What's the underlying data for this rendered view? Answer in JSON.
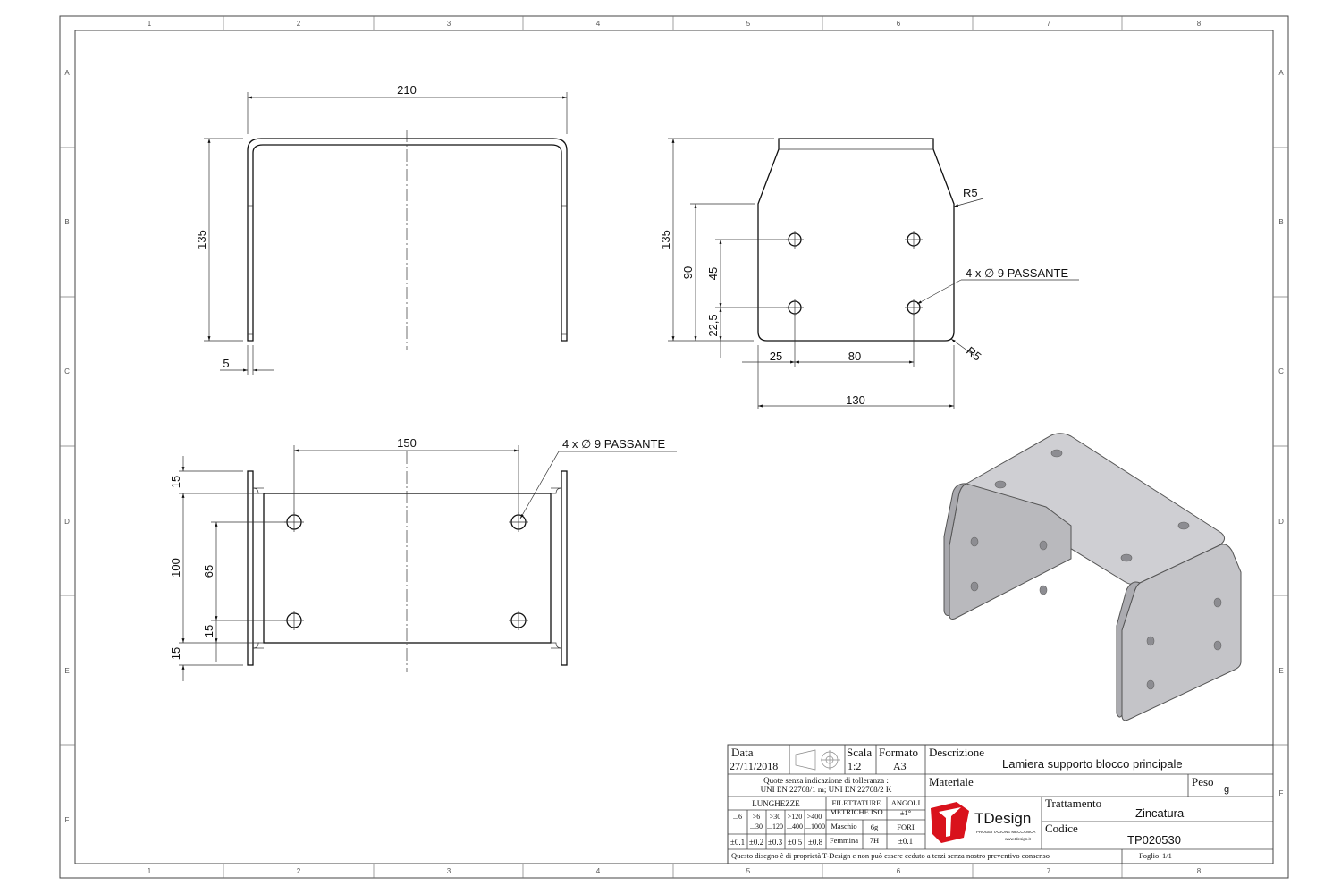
{
  "zones": {
    "columns": [
      "1",
      "2",
      "3",
      "4",
      "5",
      "6",
      "7",
      "8"
    ],
    "rows": [
      "A",
      "B",
      "C",
      "D",
      "E",
      "F"
    ]
  },
  "dimensions": {
    "front": {
      "width": "210",
      "height": "135",
      "thickness": "5"
    },
    "side": {
      "height_total": "135",
      "height_chamfer": "90",
      "hole_vert": "45",
      "hole_bottom": "22,5",
      "hole_left": "25",
      "hole_spacing": "80",
      "width": "130",
      "radius_top": "R5",
      "radius_bottom": "R5",
      "holes_note": "4 x ∅ 9 PASSANTE"
    },
    "top": {
      "hole_spacing": "150",
      "holes_note": "4 x ∅ 9 PASSANTE",
      "flange_top": "15",
      "width": "100",
      "hole_vert": "65",
      "hole_bottom": "15",
      "flange_bottom": "15"
    }
  },
  "title_block": {
    "date_label": "Data",
    "date_value": "27/11/2018",
    "scale_label": "Scala",
    "scale_value": "1:2",
    "format_label": "Formato",
    "format_value": "A3",
    "description_label": "Descrizione",
    "description_value": "Lamiera supporto blocco principale",
    "material_label": "Materiale",
    "weight_label": "Peso",
    "weight_unit": "g",
    "tolerance_note_1": "Quote senza indicazione di tolleranza :",
    "tolerance_note_2": "UNI EN 22768/1 m; UNI EN 22768/2 K",
    "lengths_header": "LUNGHEZZE",
    "threads_header_1": "FILETTATURE",
    "threads_header_2": "METRICHE ISO",
    "angles_header": "ANGOLI",
    "angles_value": "±1°",
    "length_ranges_top": [
      ">6",
      ">30",
      ">120",
      ">400"
    ],
    "length_ranges_bottom": [
      "...6",
      "...30",
      "...120",
      "...400",
      "...1000"
    ],
    "length_tolerances": [
      "±0.1",
      "±0.2",
      "±0.3",
      "±0.5",
      "±0.8"
    ],
    "male_label": "Maschio",
    "male_value": "6g",
    "female_label": "Femmina",
    "female_value": "7H",
    "holes_label": "FORI",
    "holes_value": "±0.1",
    "treatment_label": "Trattamento",
    "treatment_value": "Zincatura",
    "code_label": "Codice",
    "code_value": "TP020530",
    "company_name": "TDesign",
    "company_tagline": "PROGETTAZIONE MECCANICA",
    "company_url": "www.tdesign.it",
    "brand_color": "#d9121c",
    "disclaimer": "Questo disegno è di proprietà T-Design e non può essere ceduto a terzi senza nostro preventivo consenso",
    "sheet_label": "Foglio",
    "sheet_value": "1/1"
  }
}
